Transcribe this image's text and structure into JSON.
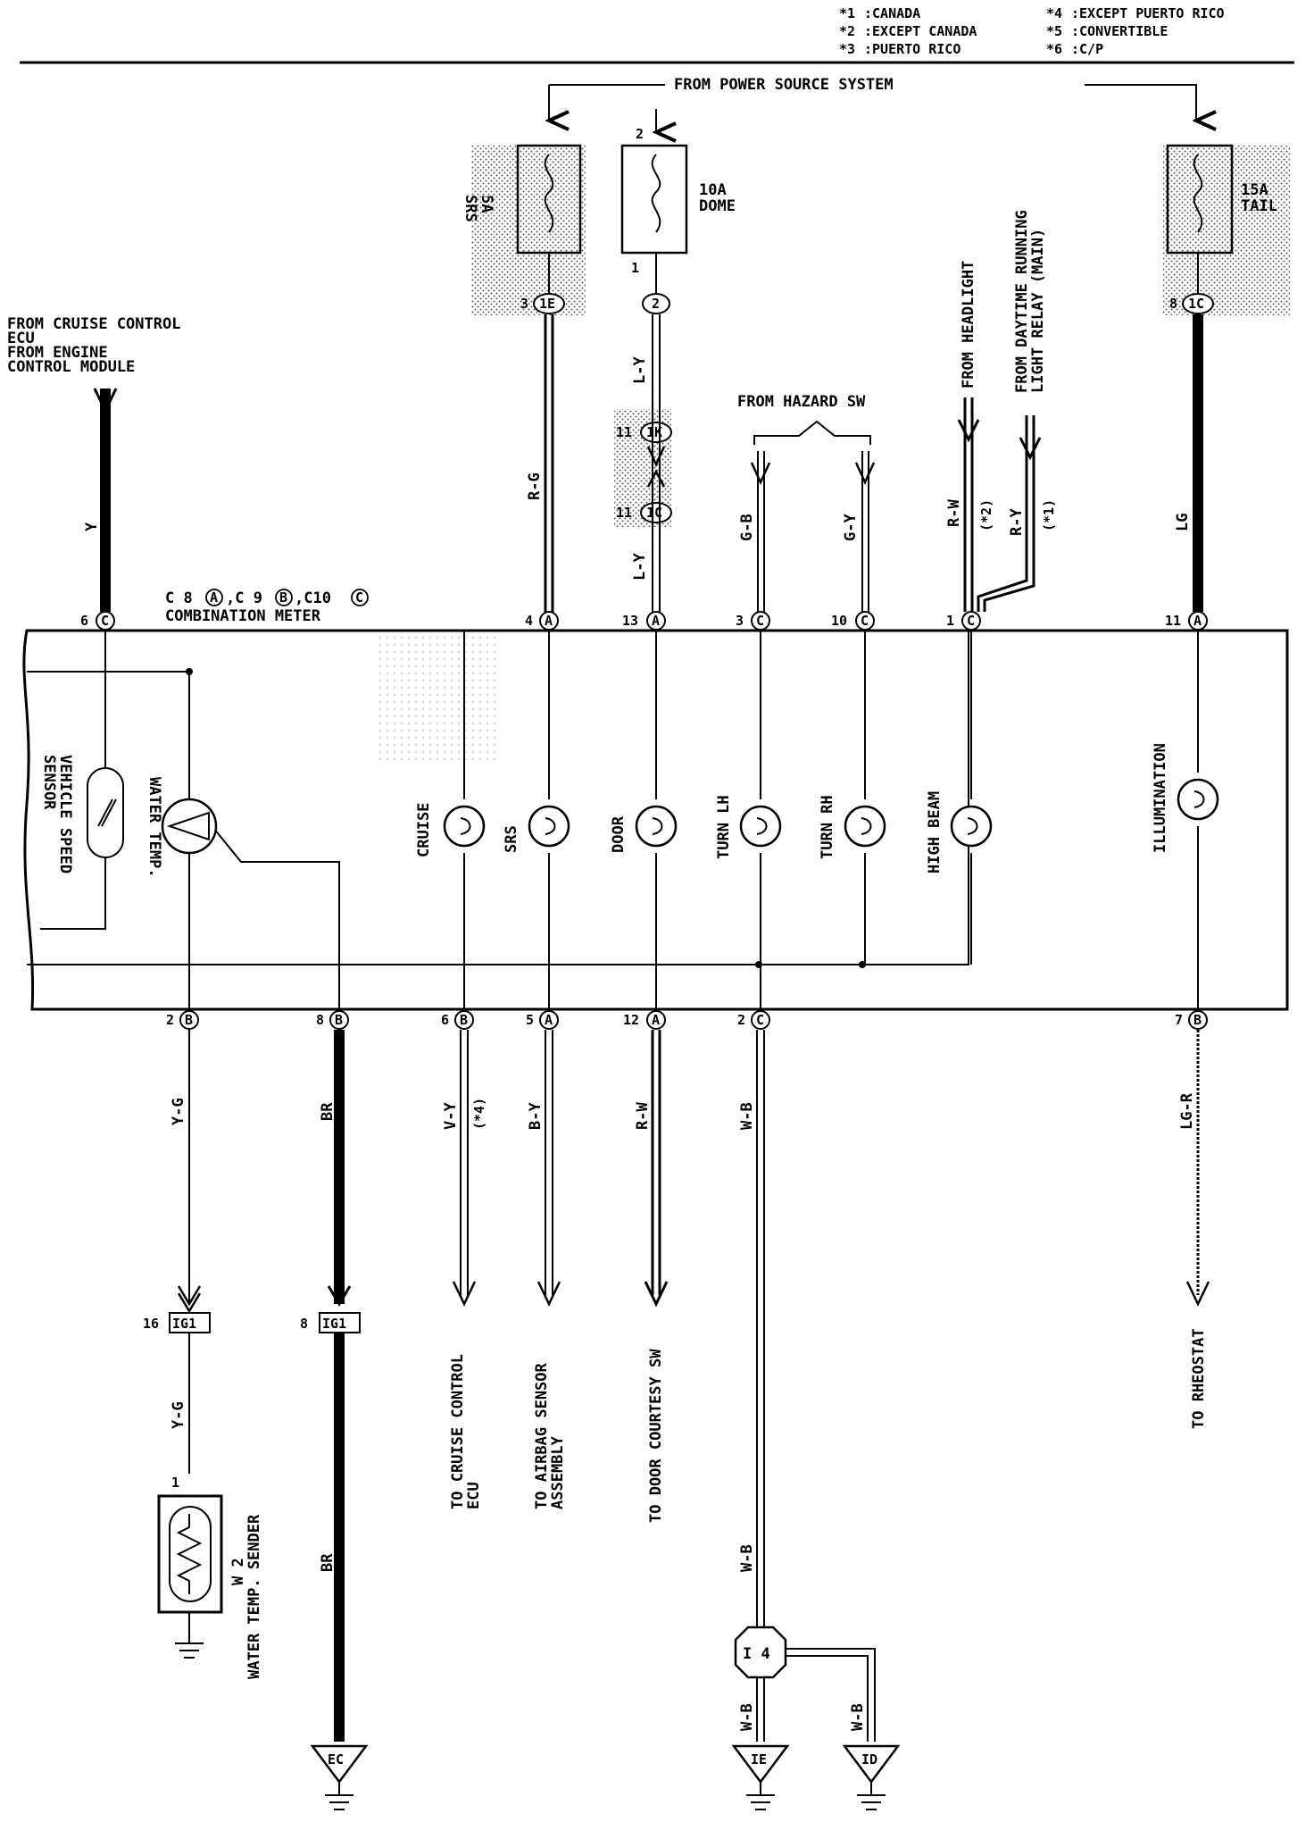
{
  "legend": [
    {
      "key": "*1",
      "text": ":CANADA"
    },
    {
      "key": "*2",
      "text": ":EXCEPT CANADA"
    },
    {
      "key": "*3",
      "text": ":PUERTO RICO"
    },
    {
      "key": "*4",
      "text": ":EXCEPT PUERTO RICO"
    },
    {
      "key": "*5",
      "text": ":CONVERTIBLE"
    },
    {
      "key": "*6",
      "text": ":C/P"
    }
  ],
  "power_source_label": "FROM POWER SOURCE SYSTEM",
  "fuses": {
    "srs": {
      "line1": "5A",
      "line2": "SRS"
    },
    "dome": {
      "line1": "10A",
      "line2": "DOME",
      "pin_in": "2",
      "pin_out": "1"
    },
    "tail": {
      "line1": "15A",
      "line2": "TAIL"
    }
  },
  "top_connectors": {
    "srs_pin": "3",
    "srs_conn": "1E",
    "dome_pin": "2",
    "tail_pin": "8",
    "tail_conn": "1C",
    "k_pin": "11",
    "k_conn": "1K",
    "c_pin": "11",
    "c_conn": "1C"
  },
  "cruise_source": [
    "FROM CRUISE CONTROL",
    "ECU",
    "FROM ENGINE",
    "CONTROL MODULE"
  ],
  "hazard_label": "FROM HAZARD SW",
  "headlight_label": "FROM HEADLIGHT",
  "drl_label": [
    "FROM DAYTIME RUNNING",
    "LIGHT RELAY (MAIN)"
  ],
  "wire_colors": {
    "y": "Y",
    "rg": "R-G",
    "ly": "L-Y",
    "gb": "G-B",
    "gy": "G-Y",
    "rw": "R-W",
    "ry": "R-Y",
    "lg": "LG",
    "yg": "Y-G",
    "br": "BR",
    "vy": "V-Y",
    "by": "B-Y",
    "wb": "W-B",
    "lgr": "LG-R",
    "note_star2": "(*2)",
    "note_star1": "(*1)",
    "note_star4": "(*4)"
  },
  "meter": {
    "title": "COMBINATION METER",
    "conn_c8": "C 8",
    "conn_c9": ",C 9",
    "conn_c10": ",C10",
    "letter_a": "A",
    "letter_b": "B",
    "letter_c": "C",
    "components": {
      "vss": [
        "VEHICLE SPEED",
        "SENSOR"
      ],
      "water_temp": "WATER TEMP.",
      "cruise": "CRUISE",
      "srs": "SRS",
      "door": "DOOR",
      "turn_lh": "TURN LH",
      "turn_rh": "TURN RH",
      "high_beam": "HIGH BEAM",
      "illumination": "ILLUMINATION"
    }
  },
  "meter_top_pins": [
    {
      "pin": "6",
      "conn": "C"
    },
    {
      "pin": "4",
      "conn": "A"
    },
    {
      "pin": "13",
      "conn": "A"
    },
    {
      "pin": "3",
      "conn": "C"
    },
    {
      "pin": "10",
      "conn": "C"
    },
    {
      "pin": "1",
      "conn": "C"
    },
    {
      "pin": "11",
      "conn": "A"
    }
  ],
  "meter_bottom_pins": [
    {
      "pin": "2",
      "conn": "B"
    },
    {
      "pin": "8",
      "conn": "B"
    },
    {
      "pin": "6",
      "conn": "B"
    },
    {
      "pin": "5",
      "conn": "A"
    },
    {
      "pin": "12",
      "conn": "A"
    },
    {
      "pin": "2",
      "conn": "C"
    },
    {
      "pin": "7",
      "conn": "B"
    }
  ],
  "ig1": {
    "pin_a": "16",
    "pin_b": "8",
    "label": "IG1"
  },
  "destinations": {
    "cruise": [
      "TO CRUISE CONTROL",
      "ECU"
    ],
    "airbag": [
      "TO AIRBAG SENSOR",
      "ASSEMBLY"
    ],
    "door": "TO DOOR COURTESY SW",
    "rheostat": "TO RHEOSTAT"
  },
  "sender": {
    "pin": "1",
    "code": "W 2",
    "name": "WATER TEMP. SENDER"
  },
  "junction": "I 4",
  "grounds": {
    "ec": "EC",
    "ie": "IE",
    "id": "ID"
  }
}
